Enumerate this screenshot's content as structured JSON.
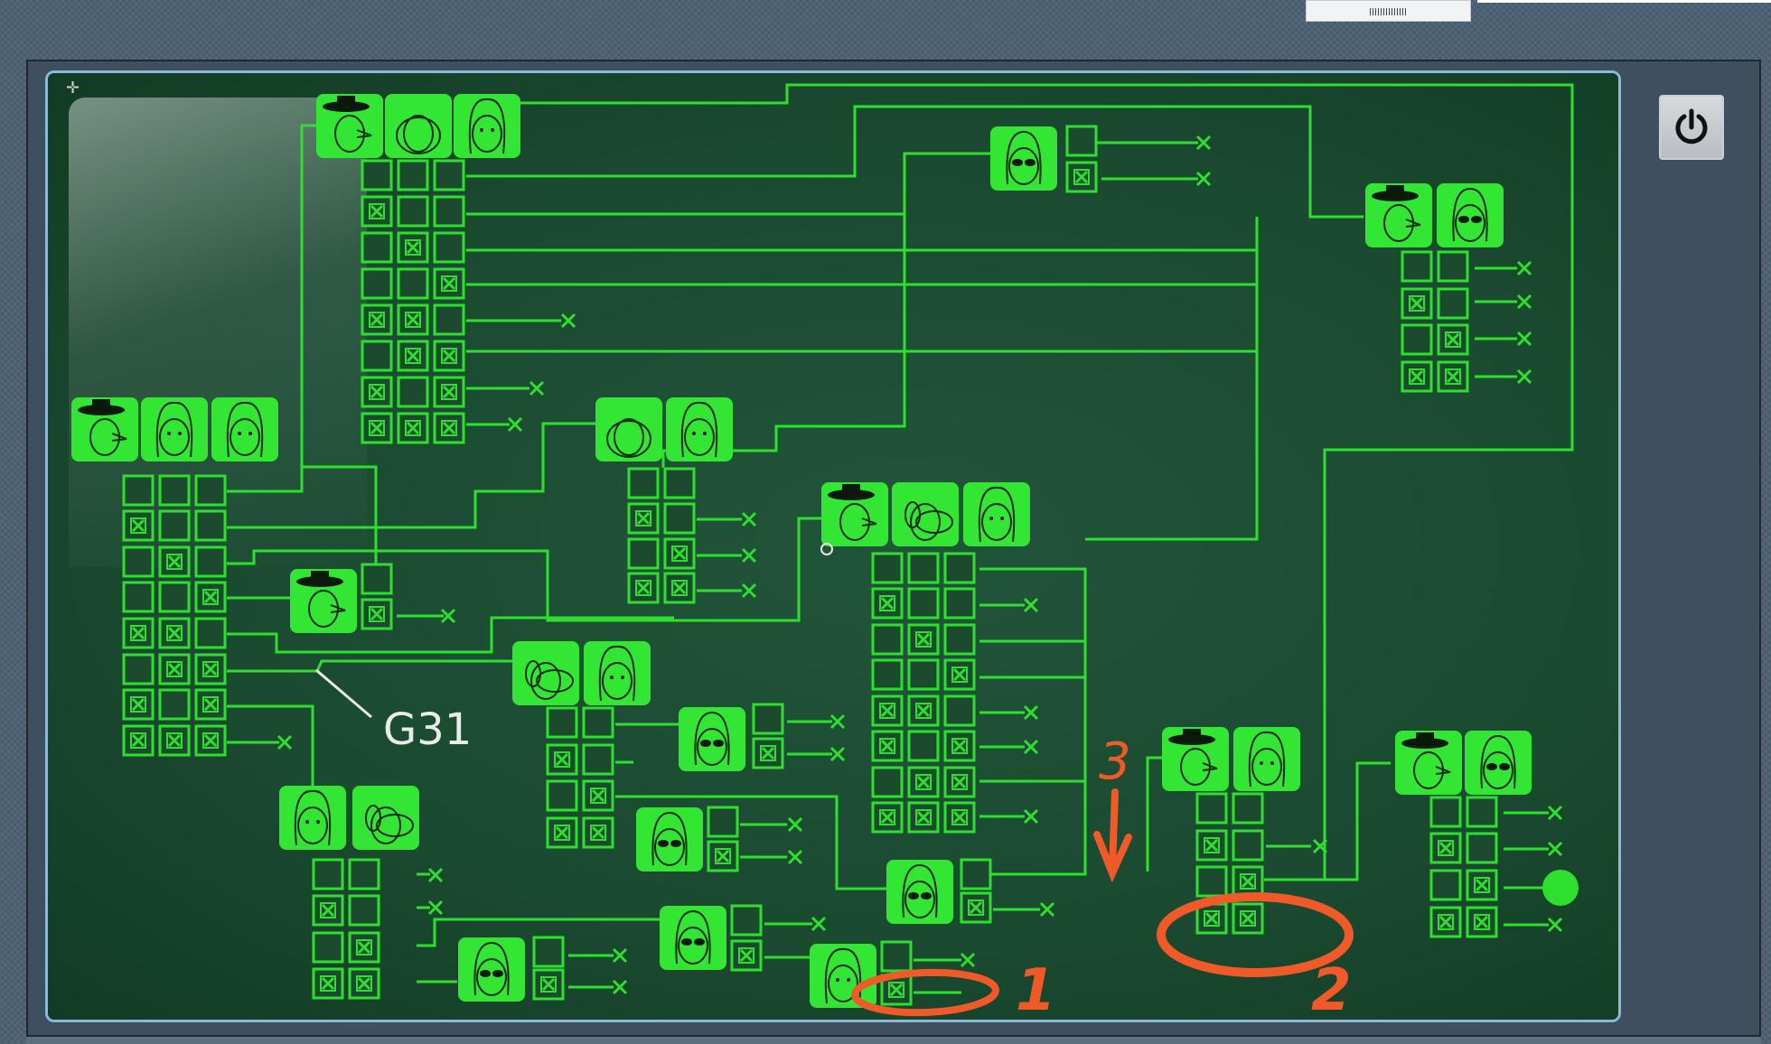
{
  "toolbar": {
    "power_icon": "power-icon",
    "crosshair_icon": "plus-icon"
  },
  "annotations": {
    "handwritten_label": "G31",
    "mark_1": "1",
    "mark_2": "2",
    "mark_3": "3"
  },
  "colors": {
    "board": "#1c4a2e",
    "wire": "#2ee02e",
    "tile": "#33e633",
    "annotation": "#f05a28"
  },
  "portrait_types": [
    "man-with-hat-icon",
    "stout-man-icon",
    "woman-icon",
    "dog-icon",
    "alien-woman-icon",
    "long-hair-woman-icon"
  ]
}
